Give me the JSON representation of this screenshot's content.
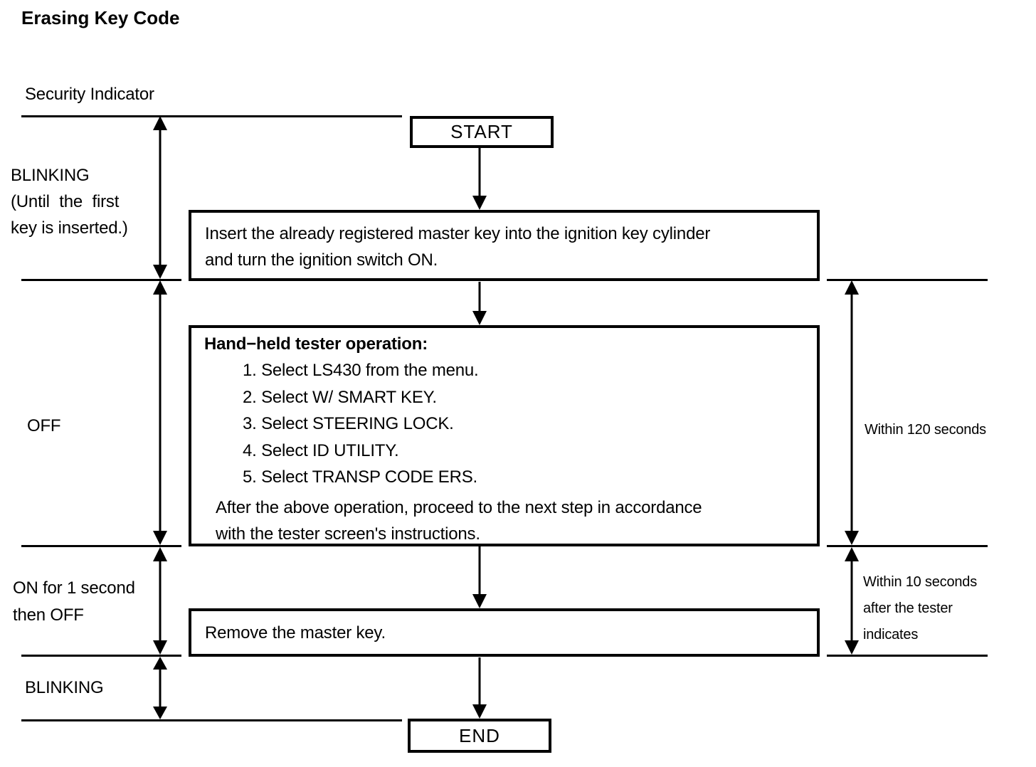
{
  "title": "Erasing Key Code",
  "diagram": {
    "timeline_label": "Security Indicator",
    "nodes": {
      "start": "START",
      "insert_key": "Insert the already registered master key into the ignition key cylinder\nand turn the ignition switch ON.",
      "tester": {
        "heading": "Hand−held tester operation:",
        "items": [
          "1. Select LS430 from the menu.",
          "2. Select W/ SMART KEY.",
          "3. Select STEERING LOCK.",
          "4. Select ID UTILITY.",
          "5. Select TRANSP CODE ERS."
        ],
        "note": "After the above operation, proceed to the next step in accordance\nwith the tester screen's instructions."
      },
      "remove_key": "Remove the master key.",
      "end": "END"
    },
    "indicator_states": {
      "blinking_until_first_key": {
        "lines": [
          "BLINKING",
          "(Until the first",
          "key is inserted.)"
        ]
      },
      "off": "OFF",
      "on_then_off": {
        "lines": [
          "ON for 1 second",
          "then OFF"
        ]
      },
      "blinking": "BLINKING"
    },
    "timings": {
      "within_120s": "Within 120 seconds",
      "within_10s": {
        "lines": [
          "Within 10 seconds",
          "after the tester",
          "indicates"
        ]
      }
    }
  },
  "colors": {
    "ink": "#000000",
    "background": "#ffffff"
  }
}
